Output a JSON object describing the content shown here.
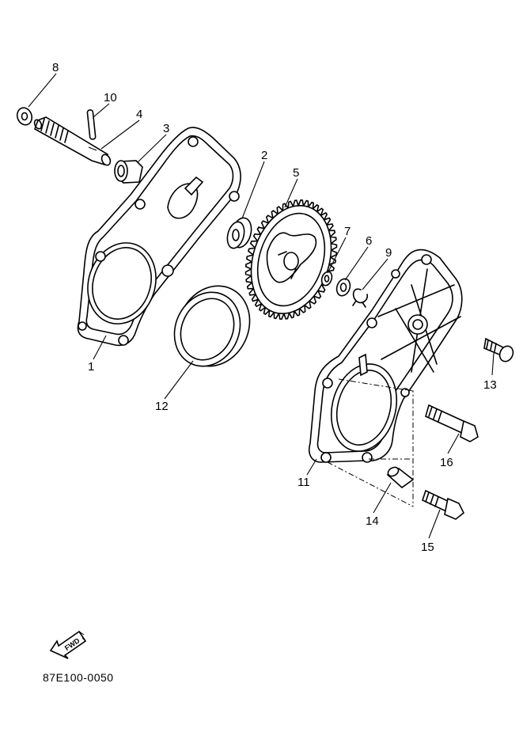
{
  "diagram": {
    "callouts": [
      {
        "id": "1",
        "label": "1"
      },
      {
        "id": "2",
        "label": "2"
      },
      {
        "id": "3",
        "label": "3"
      },
      {
        "id": "4",
        "label": "4"
      },
      {
        "id": "5",
        "label": "5"
      },
      {
        "id": "6",
        "label": "6"
      },
      {
        "id": "7",
        "label": "7"
      },
      {
        "id": "8",
        "label": "8"
      },
      {
        "id": "9",
        "label": "9"
      },
      {
        "id": "10",
        "label": "10"
      },
      {
        "id": "11",
        "label": "11"
      },
      {
        "id": "12",
        "label": "12"
      },
      {
        "id": "13",
        "label": "13"
      },
      {
        "id": "14",
        "label": "14"
      },
      {
        "id": "15",
        "label": "15"
      },
      {
        "id": "16",
        "label": "16"
      }
    ],
    "direction_arrow": {
      "label": "FWD",
      "icon": "forward-arrow-icon"
    },
    "drawing_code": "87E100-0050"
  }
}
